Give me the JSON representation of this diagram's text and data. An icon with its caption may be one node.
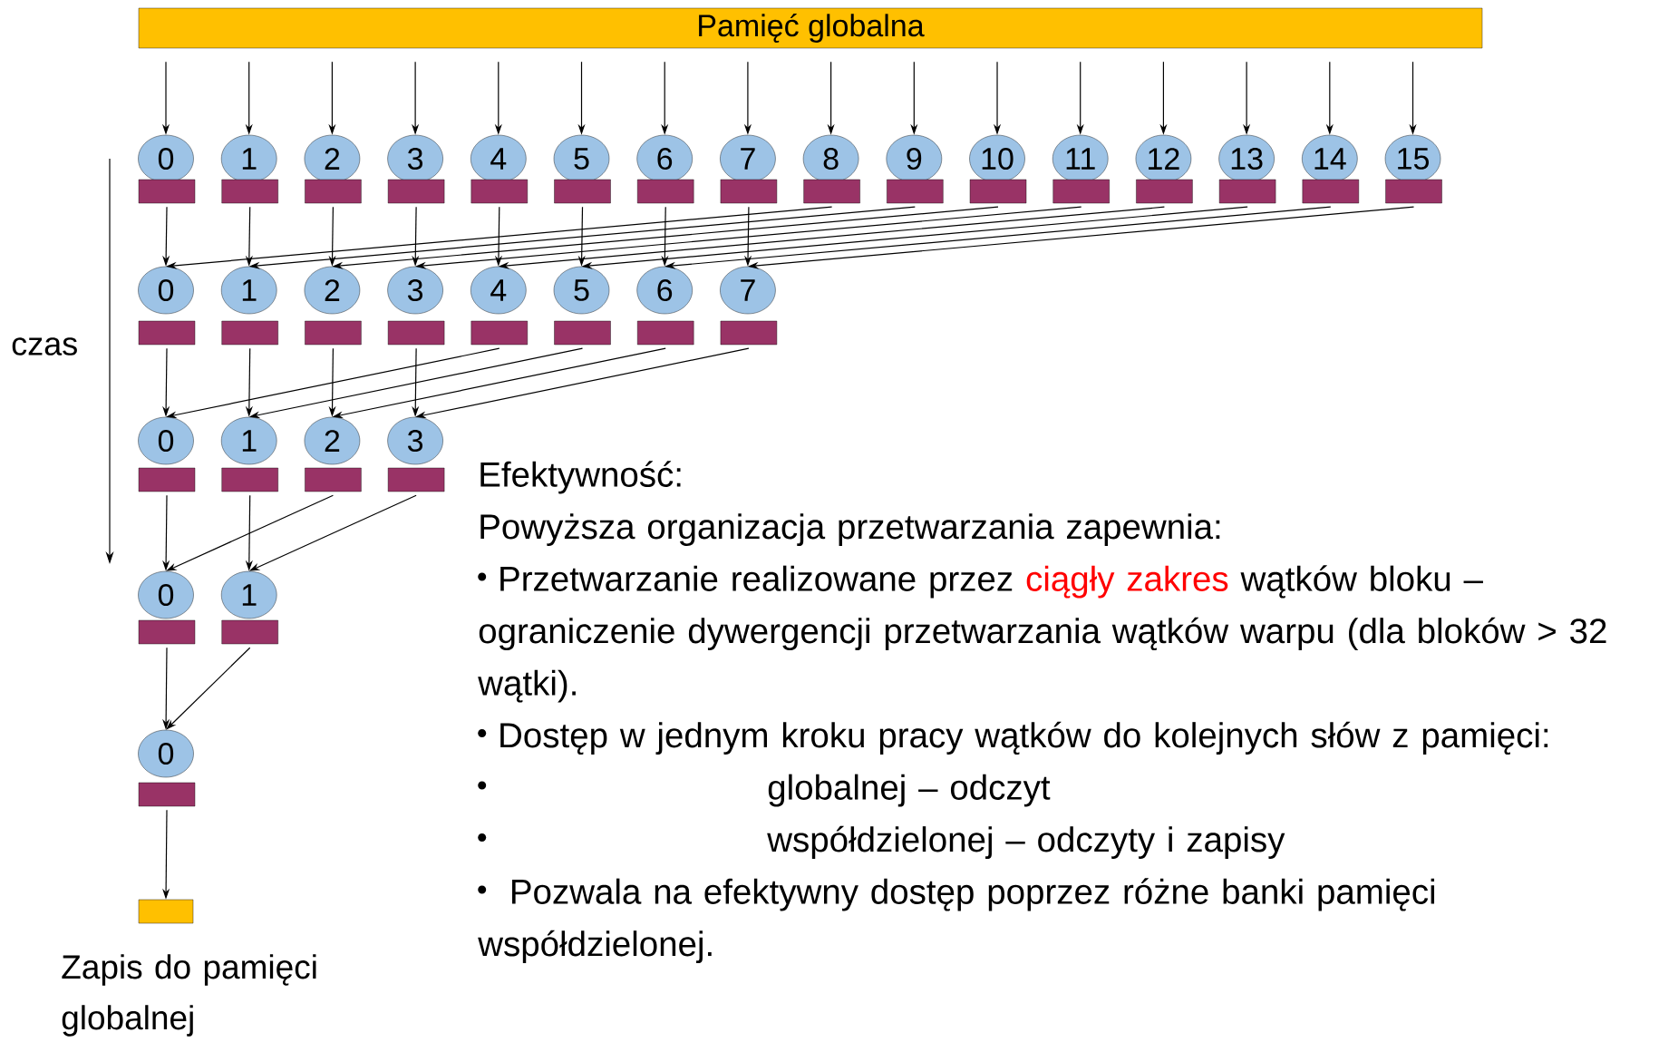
{
  "diagram": {
    "nodes": [
      {
        "text": [
          "Pamięć globalna"
        ]
      },
      {
        "text": [
          "0"
        ]
      },
      {
        "text": [
          "1"
        ]
      },
      {
        "text": [
          "2"
        ]
      },
      {
        "text": [
          "3"
        ]
      },
      {
        "text": [
          "4"
        ]
      },
      {
        "text": [
          "5"
        ]
      },
      {
        "text": [
          "6"
        ]
      },
      {
        "text": [
          "7"
        ]
      },
      {
        "text": [
          "8"
        ]
      },
      {
        "text": [
          "9"
        ]
      },
      {
        "text": [
          "10"
        ]
      },
      {
        "text": [
          "11"
        ]
      },
      {
        "text": [
          "12"
        ]
      },
      {
        "text": [
          "13"
        ]
      },
      {
        "text": [
          "14"
        ]
      },
      {
        "text": [
          "15"
        ]
      },
      {
        "text": [],
        "shape": "box"
      },
      {
        "text": [],
        "shape": "box"
      },
      {
        "text": [],
        "shape": "box"
      },
      {
        "text": [],
        "shape": "box"
      },
      {
        "text": [],
        "shape": "box"
      },
      {
        "text": [],
        "shape": "box"
      },
      {
        "text": [],
        "shape": "box"
      },
      {
        "text": [],
        "shape": "box"
      },
      {
        "text": [],
        "shape": "box"
      },
      {
        "text": [],
        "shape": "box"
      },
      {
        "text": [],
        "shape": "box"
      },
      {
        "text": [],
        "shape": "box"
      },
      {
        "text": [],
        "shape": "box"
      },
      {
        "text": [],
        "shape": "box"
      },
      {
        "text": [],
        "shape": "box"
      },
      {
        "text": [],
        "shape": "box"
      },
      {
        "text": [
          "0"
        ]
      },
      {
        "text": [
          "1"
        ]
      },
      {
        "text": [
          "2"
        ]
      },
      {
        "text": [
          "3"
        ]
      },
      {
        "text": [
          "4"
        ]
      },
      {
        "text": [
          "5"
        ]
      },
      {
        "text": [
          "6"
        ]
      },
      {
        "text": [
          "7"
        ]
      },
      {
        "text": [],
        "shape": "box"
      },
      {
        "text": [],
        "shape": "box"
      },
      {
        "text": [],
        "shape": "box"
      },
      {
        "text": [],
        "shape": "box"
      },
      {
        "text": [],
        "shape": "box"
      },
      {
        "text": [],
        "shape": "box"
      },
      {
        "text": [],
        "shape": "box"
      },
      {
        "text": [],
        "shape": "box"
      },
      {
        "text": [
          "0"
        ]
      },
      {
        "text": [
          "1"
        ]
      },
      {
        "text": [
          "2"
        ]
      },
      {
        "text": [
          "3"
        ]
      },
      {
        "text": [],
        "shape": "box"
      },
      {
        "text": [],
        "shape": "box"
      },
      {
        "text": [],
        "shape": "box"
      },
      {
        "text": [],
        "shape": "box"
      },
      {
        "text": [
          "0"
        ]
      },
      {
        "text": [
          "1"
        ]
      },
      {
        "text": [],
        "shape": "box"
      },
      {
        "text": [],
        "shape": "box"
      },
      {
        "text": [
          "0"
        ]
      },
      {
        "text": [],
        "shape": "box"
      },
      {
        "text": [],
        "shape": "box",
        "beside": [
          "Zapis do pamięci globalnej"
        ]
      }
    ],
    "edges": [
      {
        "from": 0,
        "to": 1,
        "arrow": "to"
      },
      {
        "from": 0,
        "to": 2,
        "arrow": "to"
      },
      {
        "from": 0,
        "to": 3,
        "arrow": "to"
      },
      {
        "from": 0,
        "to": 4,
        "arrow": "to"
      },
      {
        "from": 0,
        "to": 5,
        "arrow": "to"
      },
      {
        "from": 0,
        "to": 6,
        "arrow": "to"
      },
      {
        "from": 0,
        "to": 7,
        "arrow": "to"
      },
      {
        "from": 0,
        "to": 8,
        "arrow": "to"
      },
      {
        "from": 0,
        "to": 9,
        "arrow": "to"
      },
      {
        "from": 0,
        "to": 10,
        "arrow": "to"
      },
      {
        "from": 0,
        "to": 11,
        "arrow": "to"
      },
      {
        "from": 0,
        "to": 12,
        "arrow": "to"
      },
      {
        "from": 0,
        "to": 13,
        "arrow": "to"
      },
      {
        "from": 0,
        "to": 14,
        "arrow": "to"
      },
      {
        "from": 0,
        "to": 15,
        "arrow": "to"
      },
      {
        "from": 0,
        "to": 16,
        "arrow": "to"
      },
      {
        "from": 17,
        "to": 33,
        "arrow": "to"
      },
      {
        "from": 18,
        "to": 34,
        "arrow": "to"
      },
      {
        "from": 19,
        "to": 35,
        "arrow": "to"
      },
      {
        "from": 20,
        "to": 36,
        "arrow": "to"
      },
      {
        "from": 21,
        "to": 37,
        "arrow": "to"
      },
      {
        "from": 22,
        "to": 38,
        "arrow": "to"
      },
      {
        "from": 23,
        "to": 39,
        "arrow": "to"
      },
      {
        "from": 24,
        "to": 40,
        "arrow": "to"
      },
      {
        "from": 25,
        "to": 33,
        "arrow": "to"
      },
      {
        "from": 26,
        "to": 34,
        "arrow": "to"
      },
      {
        "from": 27,
        "to": 35,
        "arrow": "to"
      },
      {
        "from": 28,
        "to": 36,
        "arrow": "to"
      },
      {
        "from": 29,
        "to": 37,
        "arrow": "to"
      },
      {
        "from": 30,
        "to": 38,
        "arrow": "to"
      },
      {
        "from": 31,
        "to": 39,
        "arrow": "to"
      },
      {
        "from": 32,
        "to": 40,
        "arrow": "to"
      },
      {
        "from": 41,
        "to": 49,
        "arrow": "to"
      },
      {
        "from": 42,
        "to": 50,
        "arrow": "to"
      },
      {
        "from": 43,
        "to": 51,
        "arrow": "to"
      },
      {
        "from": 44,
        "to": 52,
        "arrow": "to"
      },
      {
        "from": 45,
        "to": 49,
        "arrow": "to"
      },
      {
        "from": 46,
        "to": 50,
        "arrow": "to"
      },
      {
        "from": 47,
        "to": 51,
        "arrow": "to"
      },
      {
        "from": 48,
        "to": 52,
        "arrow": "to"
      },
      {
        "from": 53,
        "to": 57,
        "arrow": "to"
      },
      {
        "from": 54,
        "to": 58,
        "arrow": "to"
      },
      {
        "from": 55,
        "to": 57,
        "arrow": "to"
      },
      {
        "from": 56,
        "to": 58,
        "arrow": "to"
      },
      {
        "from": 59,
        "to": 61,
        "arrow": "to"
      },
      {
        "from": 60,
        "to": 61,
        "arrow": "to"
      },
      {
        "from": 62,
        "to": 63,
        "arrow": "to"
      }
    ],
    "labels": [
      "czas",
      "Efektywność:",
      "Powyższa organizacja przetwarzania zapewnia:",
      "Przetwarzanie realizowane przez",
      "ciągły zakres",
      "wątków bloku – ograniczenie dywergencji przetwarzania wątków warpu (dla bloków > 32 wątki).",
      "Dostęp w jednym kroku pracy wątków do kolejnych słów z pamięci:",
      "globalnej – odczyt",
      "współdzielonej – odczyty i zapisy",
      "Pozwala na efektywny dostęp poprzez różne banki pamięci współdzielonej."
    ]
  }
}
